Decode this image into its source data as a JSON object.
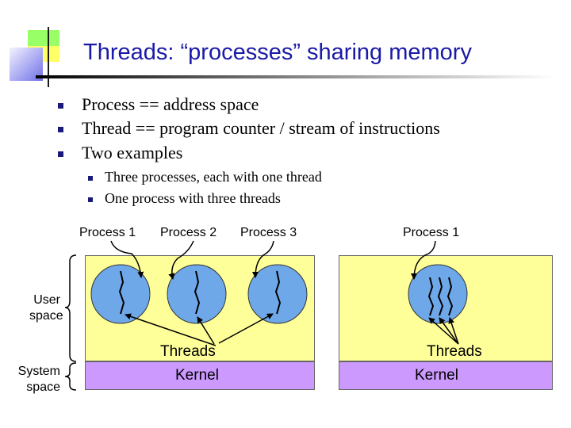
{
  "slide": {
    "title": "Threads: “processes” sharing memory",
    "bullets": [
      "Process == address space",
      "Thread == program counter / stream of instructions",
      "Two examples"
    ],
    "sub_bullets": [
      "Three processes, each with one thread",
      "One process with three threads"
    ]
  },
  "diagram": {
    "left_processes": [
      "Process 1",
      "Process 2",
      "Process 3"
    ],
    "right_process": "Process 1",
    "user_space_label": [
      "User",
      "space"
    ],
    "system_space_label": [
      "System",
      "space"
    ],
    "threads_label_left": "Threads",
    "threads_label_right": "Threads",
    "kernel_label_left": "Kernel",
    "kernel_label_right": "Kernel"
  },
  "colors": {
    "title": "#1a1aa8",
    "user_space_fill": "#ffff99",
    "kernel_fill": "#cc99ff",
    "process_circle_fill": "#6ea8e8"
  }
}
